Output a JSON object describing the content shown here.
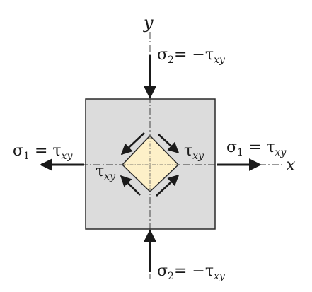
{
  "axes": {
    "x_label": "x",
    "y_label": "y"
  },
  "labels": {
    "sigma2_top": {
      "symbol": "σ",
      "subscript": "2",
      "relation": "= −τ",
      "shear_subscript": "xy"
    },
    "sigma2_bottom": {
      "symbol": "σ",
      "subscript": "2",
      "relation": "= −τ",
      "shear_subscript": "xy"
    },
    "sigma1_left": {
      "symbol": "σ",
      "subscript": "1",
      "relation": " = τ",
      "shear_subscript": "xy"
    },
    "sigma1_right": {
      "symbol": "σ",
      "subscript": "1",
      "relation": " = τ",
      "shear_subscript": "xy"
    },
    "tau_right": {
      "symbol": "τ",
      "shear_subscript": "xy"
    },
    "tau_left": {
      "symbol": "τ",
      "shear_subscript": "xy"
    }
  },
  "colors": {
    "square_fill": "#dcdcdc",
    "square_stroke": "#2a2a2a",
    "diamond_fill": "#fdf0c8",
    "diamond_stroke": "#2a2a2a",
    "arrow": "#1a1a1a",
    "axis_line": "#333333"
  }
}
